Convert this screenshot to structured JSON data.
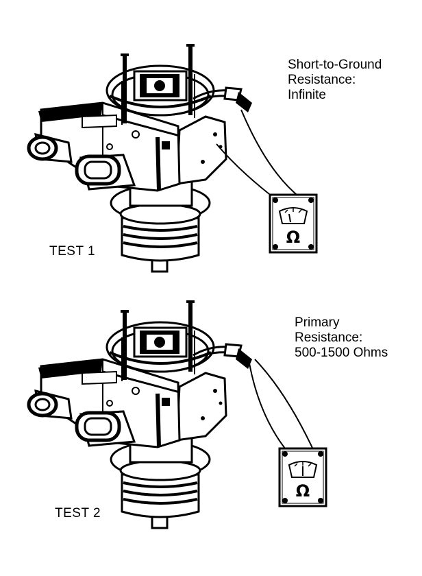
{
  "colors": {
    "ink": "#000000",
    "paper": "#ffffff"
  },
  "tests": [
    {
      "id": "test-1",
      "label": "TEST 1",
      "measurement_lines": [
        "Short-to-Ground",
        "Resistance:",
        "Infinite"
      ],
      "meter_symbol": "Ω",
      "meter_icon": "ohmmeter-icon"
    },
    {
      "id": "test-2",
      "label": "TEST 2",
      "measurement_lines": [
        "Primary",
        "Resistance:",
        "500-1500 Ohms"
      ],
      "meter_symbol": "Ω",
      "meter_icon": "ohmmeter-icon"
    }
  ]
}
